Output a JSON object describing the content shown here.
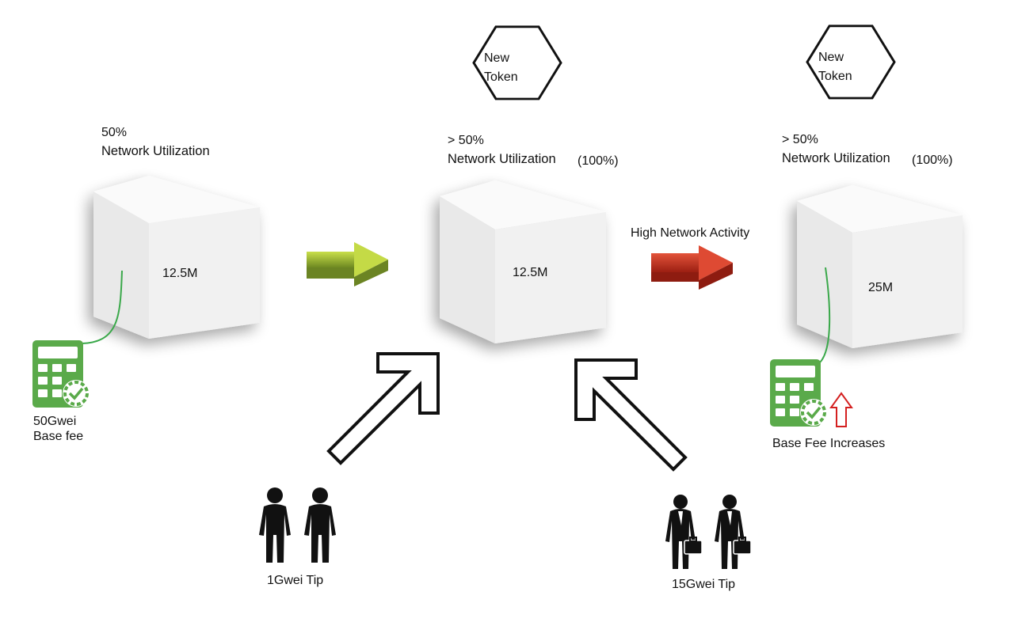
{
  "colors": {
    "cube_front": "#ededed",
    "cube_top": "#fafafa",
    "cube_side": "#dcdcdc",
    "calculator": "#5aaa4a",
    "cable": "#3aa84a",
    "arrow_green": "#a8c83a",
    "arrow_red": "#cc3322",
    "up_arrow_outline": "#d42020"
  },
  "stage1": {
    "utilization_pct": "50%",
    "utilization_label": "Network Utilization",
    "block_size": "12.5M",
    "base_fee_value": "50Gwei",
    "base_fee_label": "Base fee"
  },
  "stage2": {
    "token_line1": "New",
    "token_line2": "Token",
    "utilization_pct": "> 50%",
    "utilization_label": "Network Utilization",
    "utilization_full": "(100%)",
    "block_size": "12.5M"
  },
  "stage3": {
    "token_line1": "New",
    "token_line2": "Token",
    "utilization_pct": "> 50%",
    "utilization_label": "Network Utilization",
    "utilization_full": "(100%)",
    "block_size": "25M",
    "base_fee_caption": "Base Fee Increases"
  },
  "transition_label": "High Network Activity",
  "users_left": {
    "tip_label": "1Gwei Tip",
    "icon": "person-icon"
  },
  "users_right": {
    "tip_label": "15Gwei Tip",
    "icon": "businessman-icon"
  }
}
